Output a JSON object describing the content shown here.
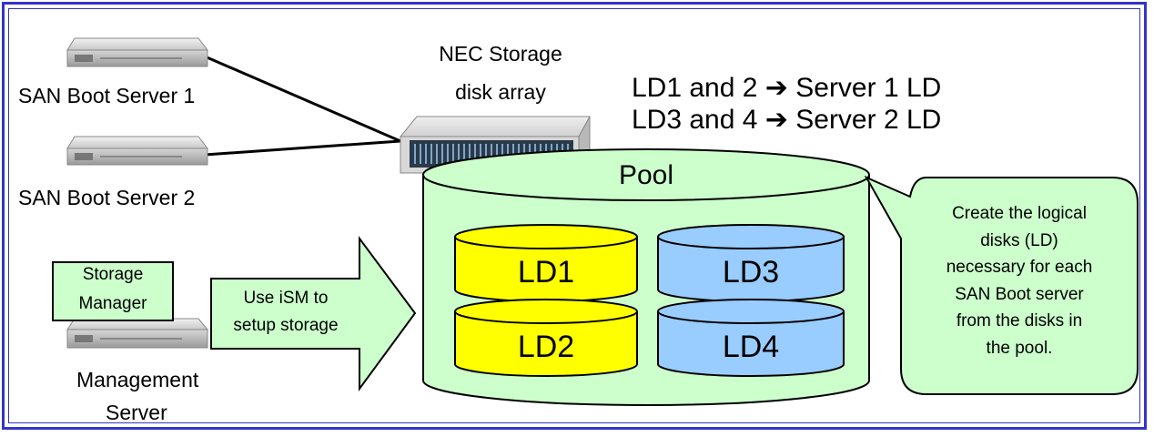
{
  "servers": {
    "san1": "SAN Boot Server 1",
    "san2": "SAN Boot Server 2",
    "management_line1": "Management",
    "management_line2": "Server"
  },
  "storage": {
    "title_line1": "NEC Storage",
    "title_line2": "disk array"
  },
  "mapping": {
    "line1": "LD1 and 2 ➔ Server 1 LD",
    "line2": "LD3 and 4 ➔ Server 2 LD"
  },
  "pool": {
    "label": "Pool",
    "disks": [
      "LD1",
      "LD3",
      "LD2",
      "LD4"
    ]
  },
  "storage_manager": {
    "line1": "Storage",
    "line2": "Manager"
  },
  "arrow": {
    "line1": "Use iSM to",
    "line2": "setup storage"
  },
  "callout": {
    "lines": [
      "Create the logical",
      "disks (LD)",
      "necessary for each",
      "SAN Boot server",
      "from the disks in",
      "the pool."
    ]
  },
  "colors": {
    "frame": "#3333cc",
    "pool_fill": "#ccffcc",
    "ld_yellow": "#ffff00",
    "ld_blue": "#99ccff",
    "callout_fill": "#ccffcc"
  }
}
